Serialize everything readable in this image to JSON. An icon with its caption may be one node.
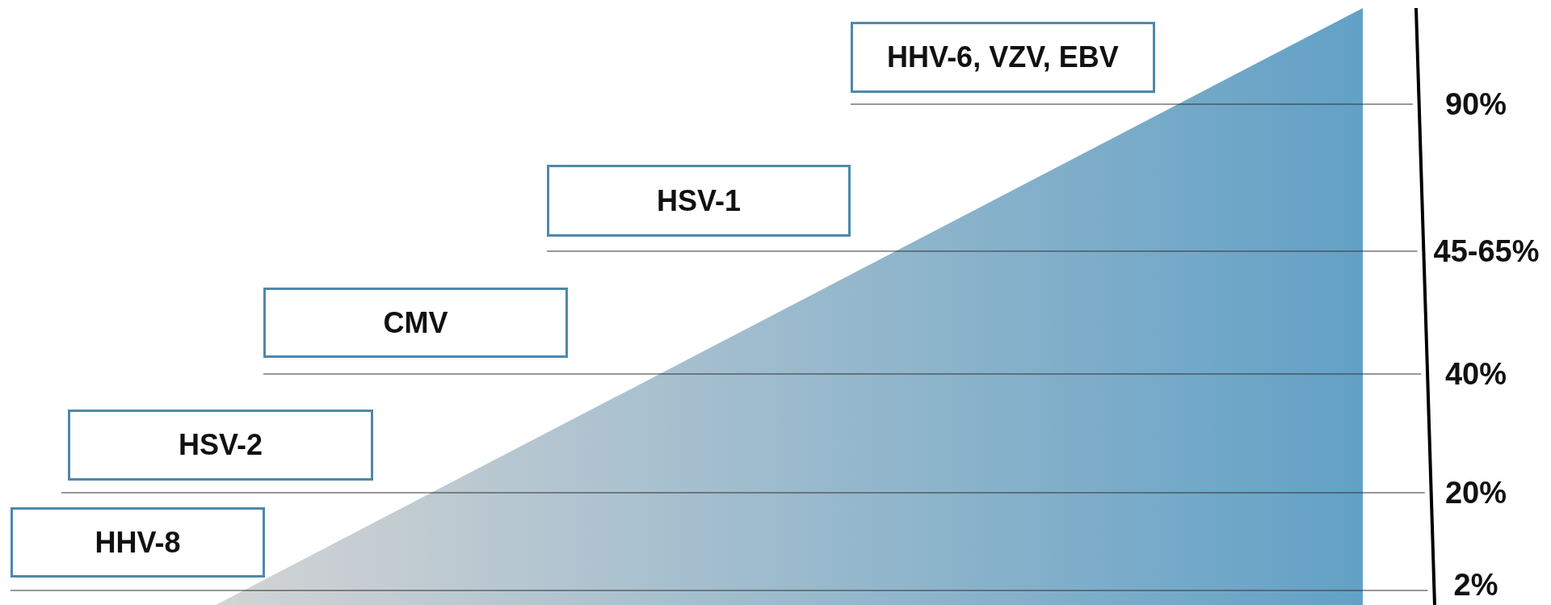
{
  "diagram": {
    "nodes": [
      {
        "text": [
          "HHV-6, VZV, EBV"
        ]
      },
      {
        "text": [
          "HSV-1"
        ]
      },
      {
        "text": [
          "CMV"
        ]
      },
      {
        "text": [
          "HSV-2"
        ]
      },
      {
        "text": [
          "HHV-8"
        ]
      }
    ],
    "labels": [
      "90%",
      "45-65%",
      "40%",
      "20%",
      "2%"
    ]
  }
}
